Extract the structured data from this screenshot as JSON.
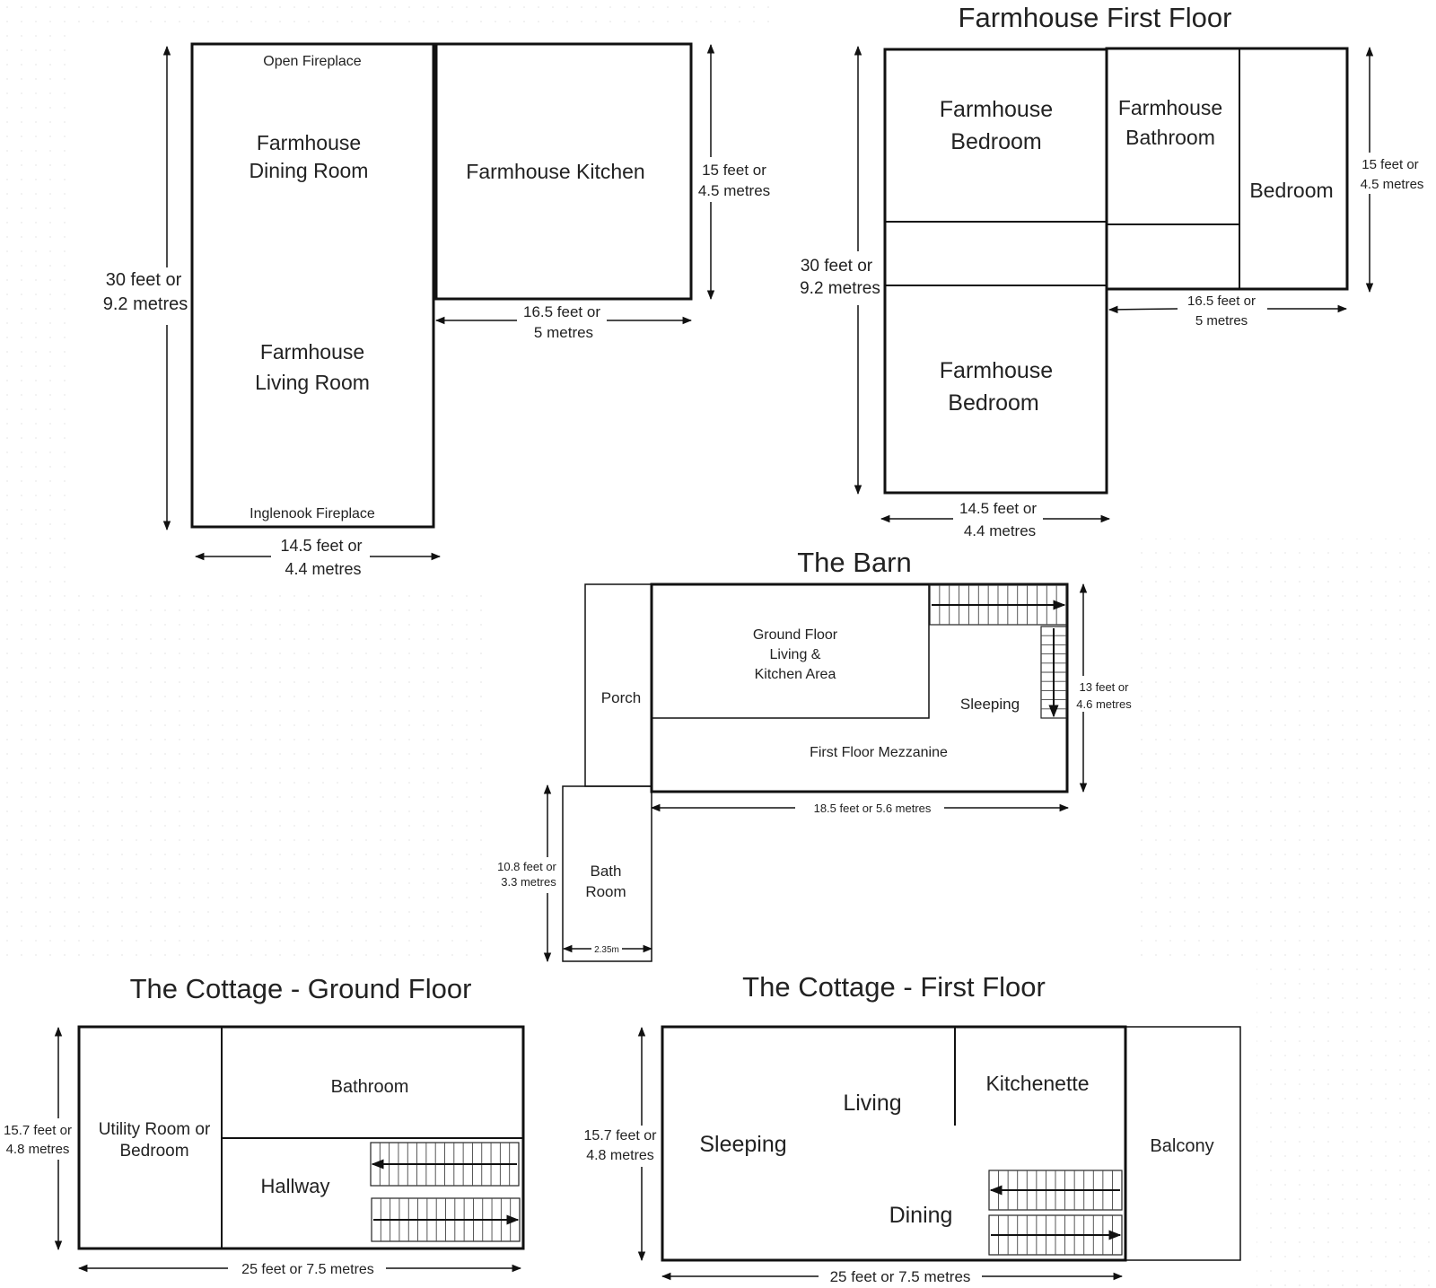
{
  "farmhouse_ground": {
    "dining_room": [
      "Farmhouse",
      "Dining Room"
    ],
    "living_room": [
      "Farmhouse",
      "Living Room"
    ],
    "open_fireplace": "Open Fireplace",
    "inglenook_fireplace": "Inglenook Fireplace",
    "kitchen": "Farmhouse Kitchen",
    "height_dim": [
      "30 feet  or",
      "9.2 metres"
    ],
    "width_dim": [
      "14.5 feet or",
      "4.4 metres"
    ],
    "kitchen_height_dim": [
      "15 feet or",
      "4.5 metres"
    ],
    "kitchen_width_dim": [
      "16.5 feet or",
      "5 metres"
    ]
  },
  "farmhouse_first": {
    "title": "Farmhouse First Floor",
    "bedroom_top": [
      "Farmhouse",
      "Bedroom"
    ],
    "bedroom_bottom": [
      "Farmhouse",
      "Bedroom"
    ],
    "bathroom": [
      "Farmhouse",
      "Bathroom"
    ],
    "bedroom": "Bedroom",
    "height_dim": [
      "30 feet  or",
      "9.2 metres"
    ],
    "width_dim": [
      "14.5 feet or",
      "4.4 metres"
    ],
    "right_height_dim": [
      "15 feet or",
      "4.5 metres"
    ],
    "right_width_dim": [
      "16.5 feet or",
      "5 metres"
    ]
  },
  "barn": {
    "title": "The  Barn",
    "porch": "Porch",
    "living": [
      "Ground Floor",
      "Living &",
      "Kitchen Area"
    ],
    "sleeping": "Sleeping",
    "mezzanine": "First Floor Mezzanine",
    "bath": [
      "Bath",
      "Room"
    ],
    "height_dim": [
      "13 feet or",
      "4.6 metres"
    ],
    "width_dim": "18.5 feet or 5.6 metres",
    "bath_height_dim": [
      "10.8 feet or",
      "3.3 metres"
    ],
    "bath_width_dim": "2.35m"
  },
  "cottage_ground": {
    "title": "The Cottage - Ground Floor",
    "utility": [
      "Utility Room or",
      "Bedroom"
    ],
    "bathroom": "Bathroom",
    "hallway": "Hallway",
    "height_dim": [
      "15.7 feet or",
      "4.8 metres"
    ],
    "width_dim": "25 feet or 7.5 metres"
  },
  "cottage_first": {
    "title": "The Cottage - First Floor",
    "sleeping": "Sleeping",
    "living": "Living",
    "kitchenette": "Kitchenette",
    "dining": "Dining",
    "balcony": "Balcony",
    "height_dim": [
      "15.7 feet or",
      "4.8 metres"
    ],
    "width_dim": "25 feet or 7.5 metres"
  }
}
